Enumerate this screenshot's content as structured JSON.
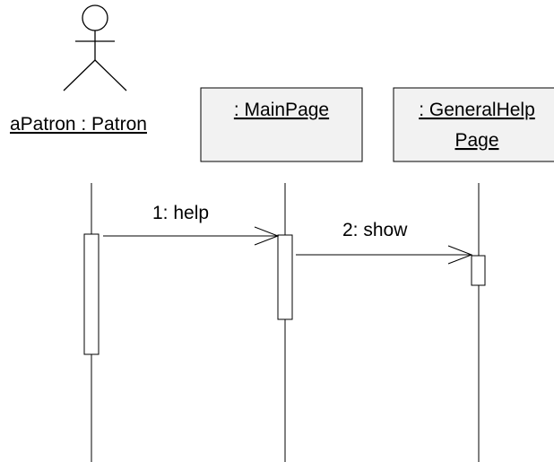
{
  "participants": [
    {
      "id": "patron",
      "kind": "actor",
      "label": "aPatron : Patron"
    },
    {
      "id": "mainpage",
      "kind": "object",
      "label": ": MainPage"
    },
    {
      "id": "generalhelp",
      "kind": "object",
      "label_line1": ": GeneralHelp",
      "label_line2": "Page"
    }
  ],
  "messages": [
    {
      "number": "1",
      "label": "1: help",
      "from": "patron",
      "to": "mainpage"
    },
    {
      "number": "2",
      "label": "2: show",
      "from": "mainpage",
      "to": "generalhelp"
    }
  ],
  "colors": {
    "object_fill": "#f2f2f2",
    "line": "#000000",
    "background": "#ffffff"
  }
}
